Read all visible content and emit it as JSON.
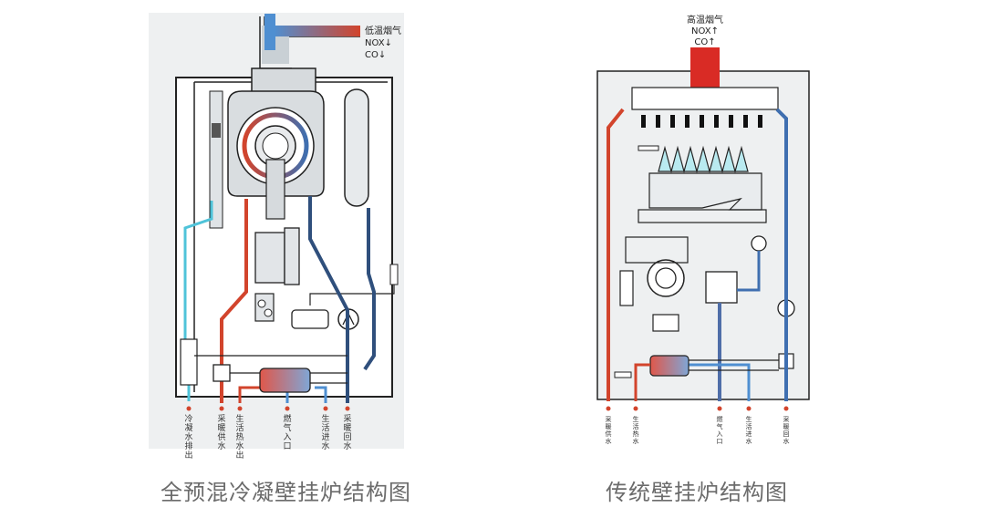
{
  "left": {
    "caption": "全预混冷凝壁挂炉结构图",
    "flue_labels": [
      "低温烟气",
      "NOX↓",
      "CO↓"
    ],
    "bottom_labels": [
      "冷凝水排出",
      "采暖供水",
      "生活热水出",
      "燃气入口",
      "生活进水",
      "采暖回水"
    ]
  },
  "right": {
    "caption": "传统壁挂炉结构图",
    "flue_labels": [
      "高温烟气",
      "NOX↑",
      "CO↑"
    ],
    "bottom_labels": [
      "采暖供水",
      "生活热水",
      "燃气入口",
      "生活进水",
      "采暖回水"
    ]
  },
  "colors": {
    "panel": "#f0f2f3",
    "hot": "#d2442c",
    "cold": "#2f4f7c",
    "cyan": "#4fc3d9",
    "blue": "#4f8fd1",
    "outline": "#222222",
    "flue_red": "#d92b25"
  }
}
